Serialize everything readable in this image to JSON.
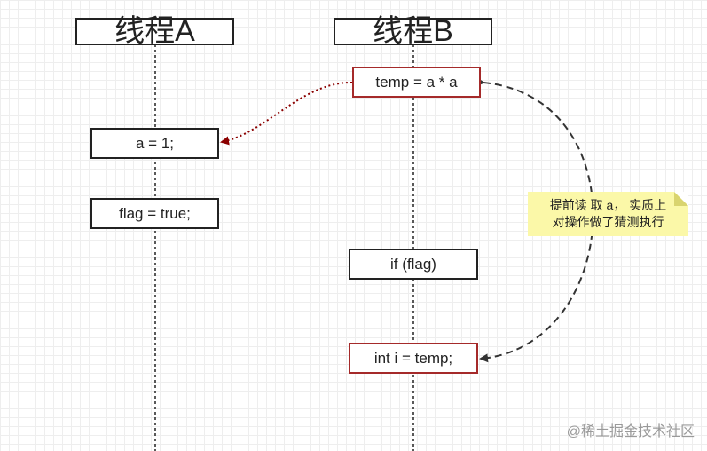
{
  "headers": {
    "thread_a": "线程A",
    "thread_b": "线程B"
  },
  "boxes": {
    "temp": "temp = a * a",
    "a_assign": "a = 1;",
    "flag_assign": "flag = true;",
    "if_flag": "if (flag)",
    "int_i": "int i = temp;"
  },
  "note": {
    "line1": "提前读 取 a， 实质上",
    "line2": "对操作做了猜测执行"
  },
  "watermark": "@稀土掘金技术社区",
  "colors": {
    "red_border": "#a52a2a",
    "dotted_arrow": "#8b0000",
    "dashed_arrow": "#333333",
    "note_bg": "#fbf8a8"
  }
}
